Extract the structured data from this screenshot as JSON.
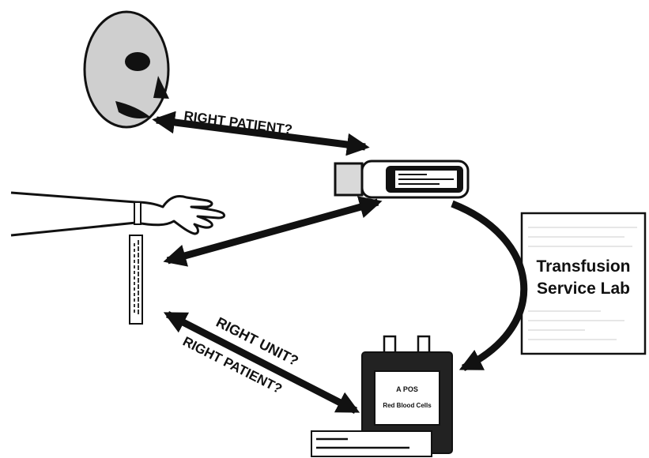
{
  "labels": {
    "arrow_top": "RIGHT PATIENT?",
    "arrow_bottom_line1": "RIGHT UNIT?",
    "arrow_bottom_line2": "RIGHT PATIENT?"
  },
  "lab_box": {
    "line1": "Transfusion",
    "line2": "Service Lab"
  },
  "blood_bag": {
    "label_line1": "A POS",
    "label_line2": "Red Blood Cells"
  },
  "icons": [
    "patient-head-icon",
    "patient-arm-icon",
    "wristband-icon",
    "blood-sample-tube-icon",
    "blood-bag-icon",
    "lab-document-icon"
  ],
  "colors": {
    "ink": "#111111",
    "face_fill": "#cfcfcf",
    "tube_fill": "#d9d9d9",
    "bag_fill": "#222222",
    "paper": "#ffffff"
  }
}
